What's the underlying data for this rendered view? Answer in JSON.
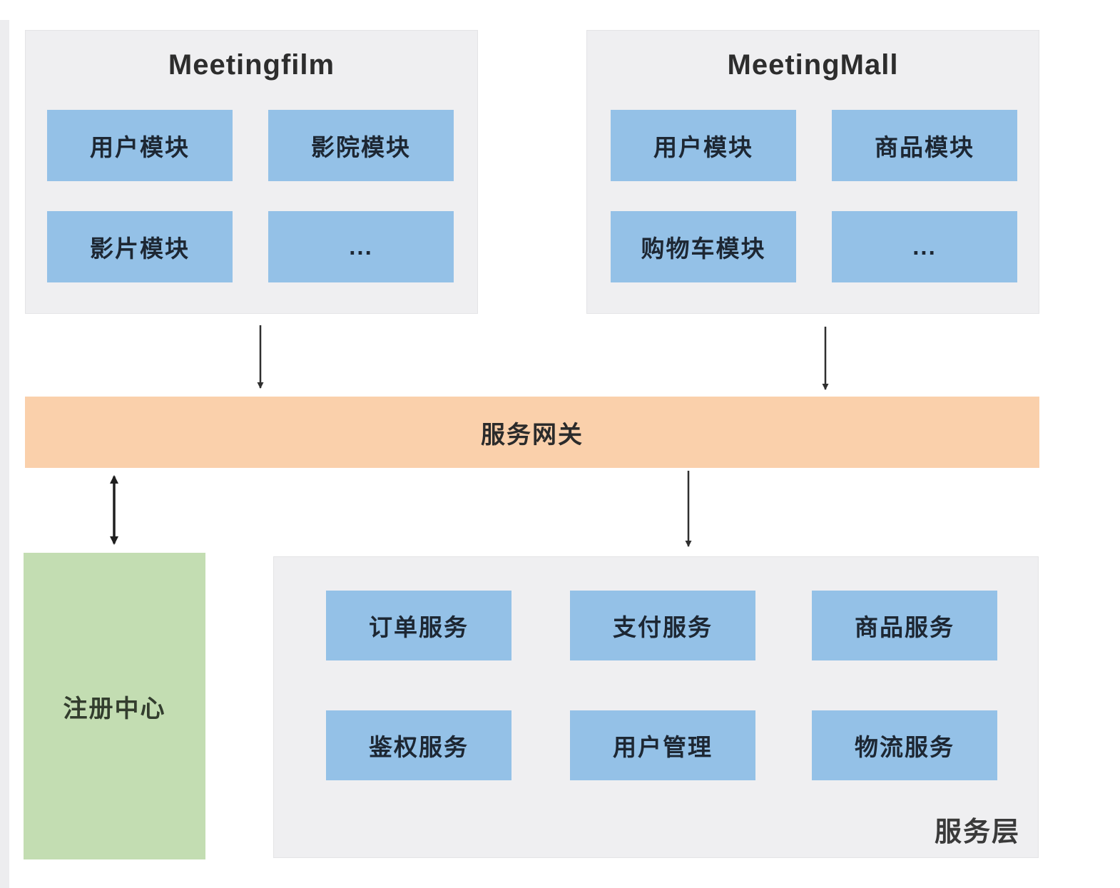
{
  "apps": [
    {
      "title": "Meetingfilm",
      "modules": [
        "用户模块",
        "影院模块",
        "影片模块",
        "..."
      ]
    },
    {
      "title": "MeetingMall",
      "modules": [
        "用户模块",
        "商品模块",
        "购物车模块",
        "..."
      ]
    }
  ],
  "gateway": {
    "label": "服务网关"
  },
  "registry": {
    "label": "注册中心"
  },
  "service_layer": {
    "label": "服务层",
    "services": [
      "订单服务",
      "支付服务",
      "商品服务",
      "鉴权服务",
      "用户管理",
      "物流服务"
    ]
  },
  "icons": {
    "down_arrows": "arrow-down-icon",
    "double_arrow": "arrow-up-down-icon"
  },
  "colors": {
    "module_blue": "#94c1e7",
    "gateway_orange": "#fad0ab",
    "registry_green": "#c3ddb2",
    "panel_gray": "#efeff1",
    "arrow_dark": "#2f2f2f"
  }
}
